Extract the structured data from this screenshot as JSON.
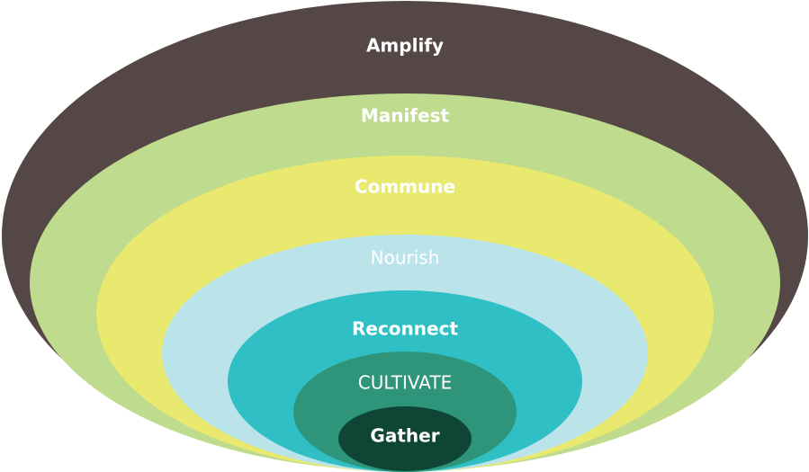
{
  "diagram": {
    "rings": [
      {
        "label": "Amplify",
        "color": "#544745",
        "text_color": "#ffffff",
        "bold": true
      },
      {
        "label": "Manifest",
        "color": "#bfdb8d",
        "text_color": "#ffffff",
        "bold": true
      },
      {
        "label": "Commune",
        "color": "#e9e96f",
        "text_color": "#ffffff",
        "bold": true
      },
      {
        "label": "Nourish",
        "color": "#bbe4ea",
        "text_color": "#ffffff",
        "bold": false
      },
      {
        "label": "Reconnect",
        "color": "#30bfc4",
        "text_color": "#ffffff",
        "bold": true
      },
      {
        "label": "CULTIVATE",
        "color": "#2e957a",
        "text_color": "#ffffff",
        "bold": false
      },
      {
        "label": "Gather",
        "color": "#0e4535",
        "text_color": "#ffffff",
        "bold": true
      }
    ]
  }
}
